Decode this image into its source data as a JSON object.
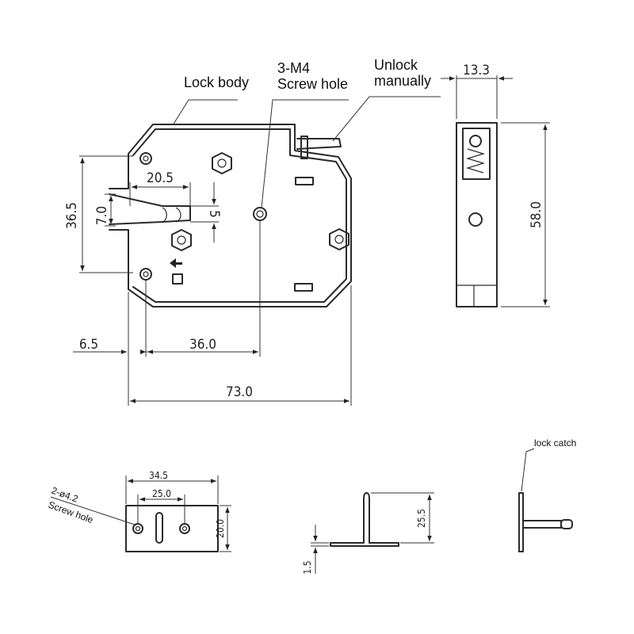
{
  "top_view": {
    "label_lock_body": "Lock body",
    "label_screw_line1": "3-M4",
    "label_screw_line2": "Screw hole",
    "label_unlock_line1": "Unlock",
    "label_unlock_line2": "manually",
    "dim_20_5": "20.5",
    "dim_36_5": "36.5",
    "dim_7_0": "7.0",
    "dim_5": "5",
    "dim_6_5": "6.5",
    "dim_36_0": "36.0",
    "dim_73_0": "73.0"
  },
  "side_view": {
    "dim_13_3": "13.3",
    "dim_58_0": "58.0"
  },
  "catch_front": {
    "dim_34_5": "34.5",
    "dim_25_0": "25.0",
    "dim_20_0": "20.0",
    "label_holes": "2-ø4.2",
    "label_screw_hole": "Screw hole"
  },
  "catch_side": {
    "dim_25_5": "25.5",
    "dim_1_5": "1.5"
  },
  "catch_end": {
    "label_lock_catch": "lock catch"
  }
}
